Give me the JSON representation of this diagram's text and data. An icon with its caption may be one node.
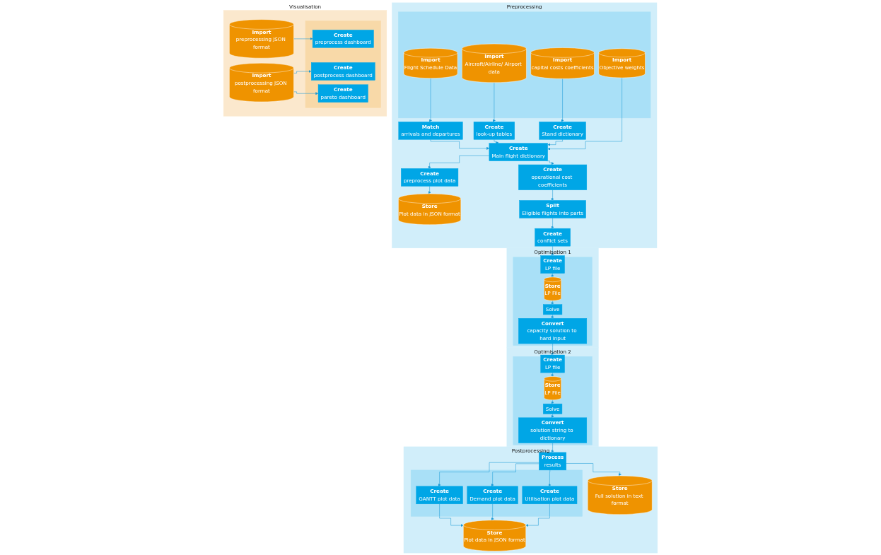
{
  "diagram": {
    "nodes": [
      {
        "text": [
          "Preprocessing"
        ]
      },
      {
        "text": [],
        "shape": "box",
        "in": 0
      },
      {
        "text": [
          "Import",
          "Flight Schedule Data"
        ],
        "in": 1
      },
      {
        "text": [
          "Import",
          "Aircraft/Airline/ Airport data"
        ],
        "in": 1
      },
      {
        "text": [
          "Import",
          "capital costs coefficients"
        ],
        "in": 1
      },
      {
        "text": [
          "Import",
          "Objective weights"
        ],
        "in": 1
      },
      {
        "text": [
          "Match",
          "arrivals and departures"
        ],
        "in": 0
      },
      {
        "text": [
          "Create",
          "look-up tables"
        ],
        "in": 0
      },
      {
        "text": [
          "Create",
          "Stand dictionary"
        ],
        "in": 0
      },
      {
        "text": [
          "Create",
          "Main flight dictionary"
        ],
        "in": 0
      },
      {
        "text": [
          "Create",
          "preprocess plot data"
        ],
        "in": 0
      },
      {
        "text": [
          "Store",
          "Plot data in JSON format"
        ],
        "in": 0
      },
      {
        "text": [
          "Create",
          "operational cost coefficients"
        ],
        "in": 0
      },
      {
        "text": [
          "Split",
          "Eligible flights into parts"
        ],
        "in": 0
      },
      {
        "text": [
          "Create",
          "conflict sets"
        ],
        "in": 0
      },
      {
        "text": [
          "Optimisation 1"
        ]
      },
      {
        "text": [],
        "shape": "box",
        "in": 15
      },
      {
        "text": [
          "Create",
          "LP file"
        ],
        "in": 16
      },
      {
        "text": [
          "Store",
          "LP File"
        ],
        "in": 16
      },
      {
        "text": [
          "Solve"
        ],
        "in": 16
      },
      {
        "text": [
          "Convert",
          "capacity solution to hard input"
        ],
        "in": 16
      },
      {
        "text": [
          "Optimisation 2"
        ]
      },
      {
        "text": [],
        "shape": "box",
        "in": 21
      },
      {
        "text": [
          "Create",
          "LP file"
        ],
        "in": 22
      },
      {
        "text": [
          "Store",
          "LP File"
        ],
        "in": 22
      },
      {
        "text": [
          "Solve"
        ],
        "in": 22
      },
      {
        "text": [
          "Convert",
          "solution string to dictionary"
        ],
        "in": 22
      },
      {
        "text": [
          "Postprocessing"
        ]
      },
      {
        "text": [
          "Process",
          "results"
        ],
        "in": 27
      },
      {
        "text": [
          "Store",
          "Full solution in text format"
        ],
        "in": 27
      },
      {
        "text": [],
        "shape": "box",
        "in": 27
      },
      {
        "text": [
          "Create",
          "GANTT plot data"
        ],
        "in": 30
      },
      {
        "text": [
          "Create",
          "Demand plot data"
        ],
        "in": 30
      },
      {
        "text": [
          "Create",
          "Utilisation plot data"
        ],
        "in": 30
      },
      {
        "text": [
          "Store",
          "Plot data in JSON format"
        ],
        "in": 27
      },
      {
        "text": [
          "Visualisation"
        ]
      },
      {
        "text": [
          "Import",
          "preprocessing JSON format"
        ],
        "in": 35
      },
      {
        "text": [
          "Import",
          "postprocessing JSON format"
        ],
        "in": 35
      },
      {
        "text": [],
        "shape": "box",
        "in": 35
      },
      {
        "text": [
          "Create",
          "preprocess dashboard"
        ],
        "in": 38
      },
      {
        "text": [
          "Create",
          "postprocess dashboard"
        ],
        "in": 38
      },
      {
        "text": [
          "Create",
          "pareto dashboard"
        ],
        "in": 38
      }
    ],
    "edges": [
      {
        "from": 2,
        "to": 6,
        "arrow": "to"
      },
      {
        "from": 3,
        "to": 7,
        "arrow": "to"
      },
      {
        "from": 4,
        "to": 8,
        "arrow": "to"
      },
      {
        "from": 6,
        "to": 9,
        "arrow": "to"
      },
      {
        "from": 7,
        "to": 9,
        "arrow": "to"
      },
      {
        "from": 8,
        "to": 9,
        "arrow": "to"
      },
      {
        "from": 5,
        "to": 9,
        "arrow": "to"
      },
      {
        "from": 9,
        "to": 10,
        "arrow": "to"
      },
      {
        "from": 10,
        "to": 11,
        "arrow": "to"
      },
      {
        "from": 9,
        "to": 12,
        "arrow": "to"
      },
      {
        "from": 12,
        "to": 13,
        "arrow": "to"
      },
      {
        "from": 13,
        "to": 14,
        "arrow": "to"
      },
      {
        "from": 14,
        "to": 17,
        "arrow": "to"
      },
      {
        "from": 17,
        "to": 18,
        "arrow": "to"
      },
      {
        "from": 18,
        "to": 19,
        "arrow": "to"
      },
      {
        "from": 19,
        "to": 20,
        "arrow": "to"
      },
      {
        "from": 20,
        "to": 23,
        "arrow": "to"
      },
      {
        "from": 23,
        "to": 24,
        "arrow": "to"
      },
      {
        "from": 24,
        "to": 25,
        "arrow": "to"
      },
      {
        "from": 25,
        "to": 26,
        "arrow": "to"
      },
      {
        "from": 26,
        "to": 28,
        "arrow": "to"
      },
      {
        "from": 28,
        "to": 29,
        "arrow": "to"
      },
      {
        "from": 28,
        "to": 31,
        "arrow": "to"
      },
      {
        "from": 28,
        "to": 32,
        "arrow": "to"
      },
      {
        "from": 28,
        "to": 33,
        "arrow": "to"
      },
      {
        "from": 31,
        "to": 34,
        "arrow": "to"
      },
      {
        "from": 32,
        "to": 34,
        "arrow": "to"
      },
      {
        "from": 33,
        "to": 34,
        "arrow": "to"
      },
      {
        "from": 36,
        "to": 39,
        "arrow": "to"
      },
      {
        "from": 37,
        "to": 40,
        "arrow": "to"
      },
      {
        "from": 37,
        "to": 41,
        "arrow": "to"
      }
    ]
  }
}
